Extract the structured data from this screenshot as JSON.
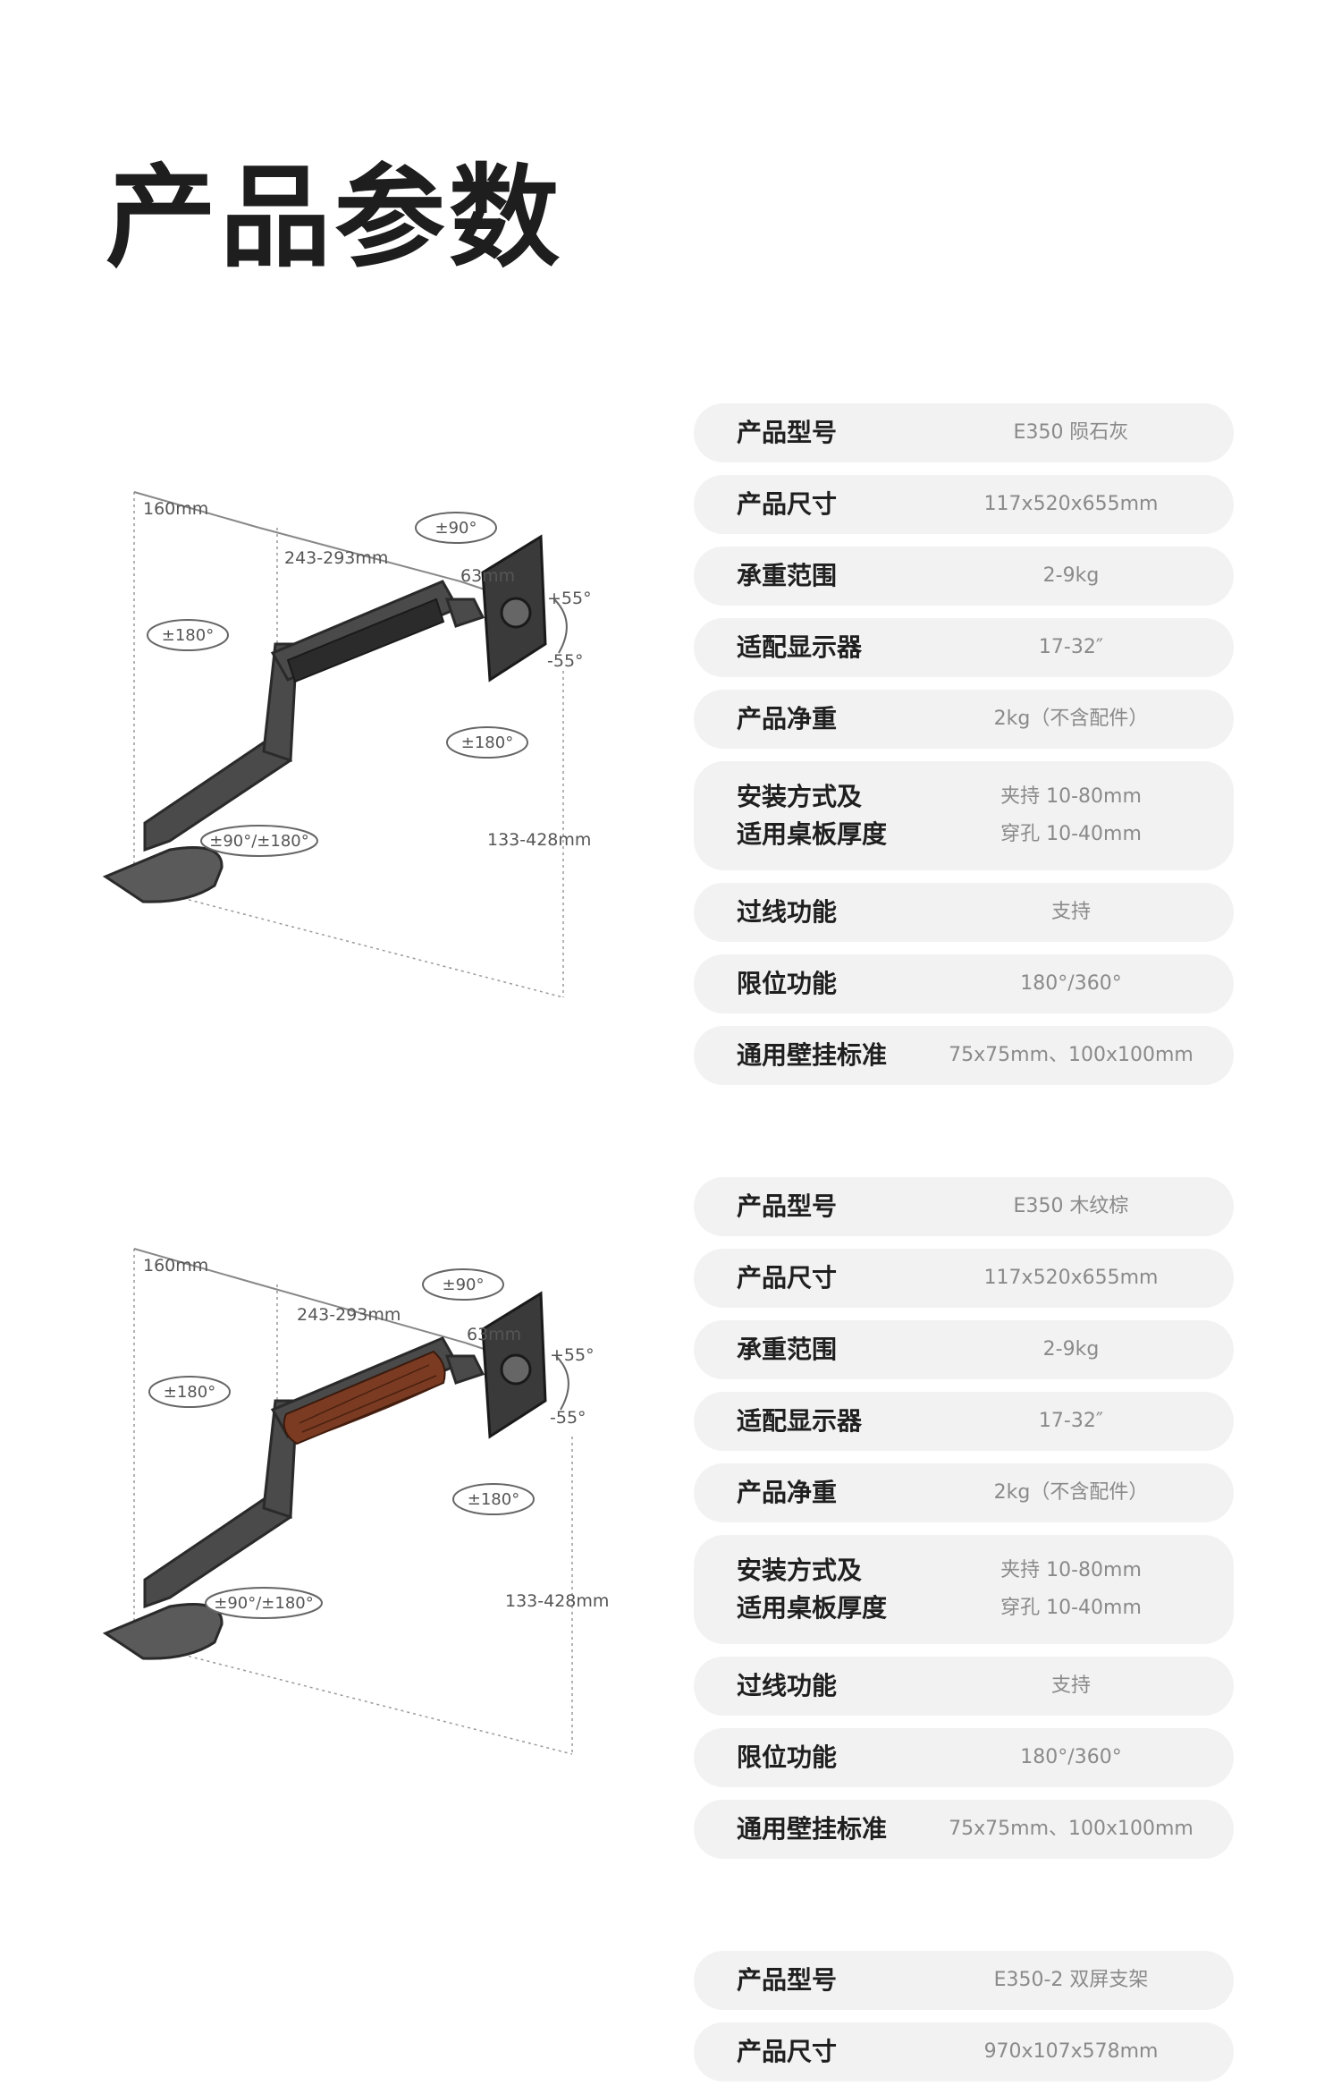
{
  "page_title": "产品参数",
  "tables": [
    {
      "rows": [
        {
          "label": "产品型号",
          "value": "E350 陨石灰"
        },
        {
          "label": "产品尺寸",
          "value": "117x520x655mm"
        },
        {
          "label": "承重范围",
          "value": "2-9kg"
        },
        {
          "label": "适配显示器",
          "value": "17-32″"
        },
        {
          "label": "产品净重",
          "value": "2kg（不含配件）"
        },
        {
          "label_lines": [
            "安装方式及",
            "适用桌板厚度"
          ],
          "value_lines": [
            "夹持 10-80mm",
            "穿孔 10-40mm"
          ]
        },
        {
          "label": "过线功能",
          "value": "支持"
        },
        {
          "label": "限位功能",
          "value": "180°/360°"
        },
        {
          "label": "通用壁挂标准",
          "value": "75x75mm、100x100mm"
        }
      ]
    },
    {
      "rows": [
        {
          "label": "产品型号",
          "value": "E350 木纹棕"
        },
        {
          "label": "产品尺寸",
          "value": "117x520x655mm"
        },
        {
          "label": "承重范围",
          "value": "2-9kg"
        },
        {
          "label": "适配显示器",
          "value": "17-32″"
        },
        {
          "label": "产品净重",
          "value": "2kg（不含配件）"
        },
        {
          "label_lines": [
            "安装方式及",
            "适用桌板厚度"
          ],
          "value_lines": [
            "夹持 10-80mm",
            "穿孔 10-40mm"
          ]
        },
        {
          "label": "过线功能",
          "value": "支持"
        },
        {
          "label": "限位功能",
          "value": "180°/360°"
        },
        {
          "label": "通用壁挂标准",
          "value": "75x75mm、100x100mm"
        }
      ]
    },
    {
      "rows": [
        {
          "label": "产品型号",
          "value": "E350-2 双屏支架"
        },
        {
          "label": "产品尺寸",
          "value": "970x107x578mm"
        }
      ]
    }
  ],
  "diagrams": [
    {
      "finish": "gray",
      "arm_color": "#4a4a4a",
      "pad_color": "#2b2b2b",
      "labels": {
        "width": "160mm",
        "reach": "243-293mm",
        "offset": "63mm",
        "height": "133-428mm",
        "tilt_up": "+55°",
        "tilt_down": "-55°",
        "rot_top": "±90°",
        "rot_elbow": "±180°",
        "rot_head": "±180°",
        "rot_base": "±90°/±180°"
      }
    },
    {
      "finish": "wood",
      "arm_color": "#4a4a4a",
      "pad_color": "#7a3b22",
      "labels": {
        "width": "160mm",
        "reach": "243-293mm",
        "offset": "63mm",
        "height": "133-428mm",
        "tilt_up": "+55°",
        "tilt_down": "-55°",
        "rot_top": "±90°",
        "rot_elbow": "±180°",
        "rot_head": "±180°",
        "rot_base": "±90°/±180°"
      }
    }
  ]
}
